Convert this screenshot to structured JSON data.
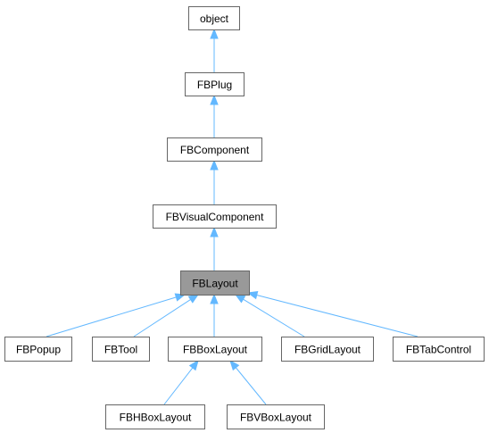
{
  "diagram": {
    "type": "class-inheritance-graph",
    "highlighted": "FBLayout",
    "nodes": [
      {
        "id": "object",
        "label": "object"
      },
      {
        "id": "FBPlug",
        "label": "FBPlug"
      },
      {
        "id": "FBComponent",
        "label": "FBComponent"
      },
      {
        "id": "FBVisualComponent",
        "label": "FBVisualComponent"
      },
      {
        "id": "FBLayout",
        "label": "FBLayout"
      },
      {
        "id": "FBPopup",
        "label": "FBPopup"
      },
      {
        "id": "FBTool",
        "label": "FBTool"
      },
      {
        "id": "FBBoxLayout",
        "label": "FBBoxLayout"
      },
      {
        "id": "FBGridLayout",
        "label": "FBGridLayout"
      },
      {
        "id": "FBTabControl",
        "label": "FBTabControl"
      },
      {
        "id": "FBHBoxLayout",
        "label": "FBHBoxLayout"
      },
      {
        "id": "FBVBoxLayout",
        "label": "FBVBoxLayout"
      }
    ],
    "edges": [
      {
        "from": "FBPlug",
        "to": "object"
      },
      {
        "from": "FBComponent",
        "to": "FBPlug"
      },
      {
        "from": "FBVisualComponent",
        "to": "FBComponent"
      },
      {
        "from": "FBLayout",
        "to": "FBVisualComponent"
      },
      {
        "from": "FBPopup",
        "to": "FBLayout"
      },
      {
        "from": "FBTool",
        "to": "FBLayout"
      },
      {
        "from": "FBBoxLayout",
        "to": "FBLayout"
      },
      {
        "from": "FBGridLayout",
        "to": "FBLayout"
      },
      {
        "from": "FBTabControl",
        "to": "FBLayout"
      },
      {
        "from": "FBHBoxLayout",
        "to": "FBBoxLayout"
      },
      {
        "from": "FBVBoxLayout",
        "to": "FBBoxLayout"
      }
    ],
    "colors": {
      "edge": "#63b8ff",
      "node_border": "#666666",
      "node_fill": "#ffffff",
      "highlight_fill": "#999999"
    }
  }
}
